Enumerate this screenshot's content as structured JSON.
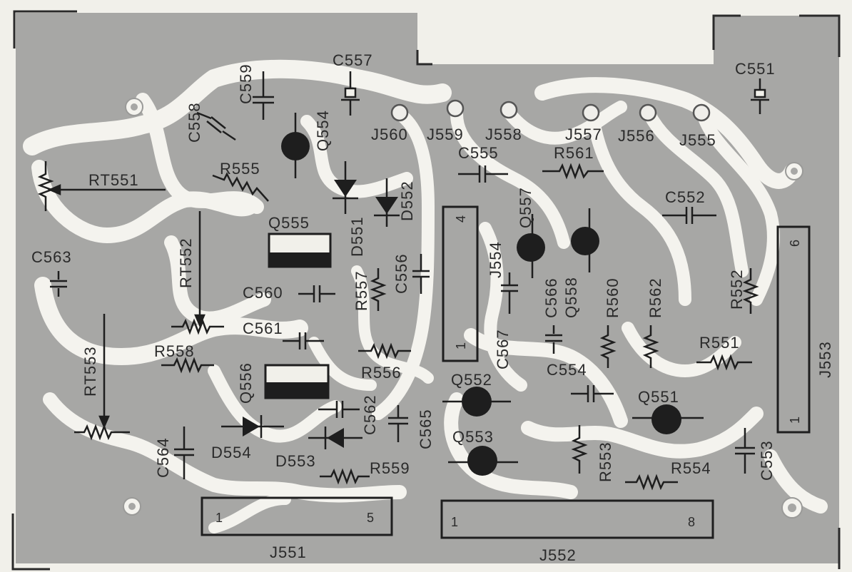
{
  "board": {
    "colors": {
      "board": "#a7a7a5",
      "trace": "#f4f3ee",
      "ink": "#1e1e1e",
      "paper": "#f1f0ea"
    }
  },
  "labels": {
    "C557": "C557",
    "C559": "C559",
    "C558": "C558",
    "Q554": "Q554",
    "C551": "C551",
    "J560": "J560",
    "J559": "J559",
    "J558": "J558",
    "J557": "J557",
    "J556": "J556",
    "J555": "J555",
    "RT551": "RT551",
    "R555": "R555",
    "D551": "D551",
    "D552": "D552",
    "C555": "C555",
    "R561": "R561",
    "J554": "J554",
    "Q557": "Q557",
    "C552": "C552",
    "Q555": "Q555",
    "RT552": "RT552",
    "C563": "C563",
    "R557": "R557",
    "C556": "C556",
    "C566": "C566",
    "Q558": "Q558",
    "R560": "R560",
    "R562": "R562",
    "R552": "R552",
    "C560": "C560",
    "C561": "C561",
    "C567": "C567",
    "RT553": "RT553",
    "R558": "R558",
    "R556": "R556",
    "R551": "R551",
    "J553": "J553",
    "C554": "C554",
    "Q556": "Q556",
    "Q552": "Q552",
    "Q551": "Q551",
    "C562": "C562",
    "C565": "C565",
    "D554": "D554",
    "D553": "D553",
    "Q553": "Q553",
    "C564": "C564",
    "R553": "R553",
    "C553": "C553",
    "R559": "R559",
    "R554": "R554",
    "J551": "J551",
    "J552": "J552"
  },
  "connectors": {
    "J551": {
      "first": "1",
      "last": "5"
    },
    "J552": {
      "first": "1",
      "last": "8"
    },
    "J553": {
      "first": "6",
      "last": "1"
    },
    "J554": {
      "first": "4",
      "last": "1"
    }
  }
}
